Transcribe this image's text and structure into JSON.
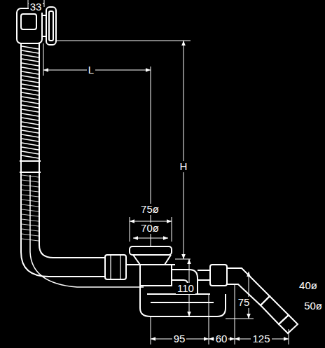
{
  "diagram": {
    "labels": [
      "33",
      "L",
      "H",
      "75ø",
      "70ø",
      "110",
      "75",
      "40ø",
      "50ø",
      "95",
      "60",
      "125"
    ]
  }
}
